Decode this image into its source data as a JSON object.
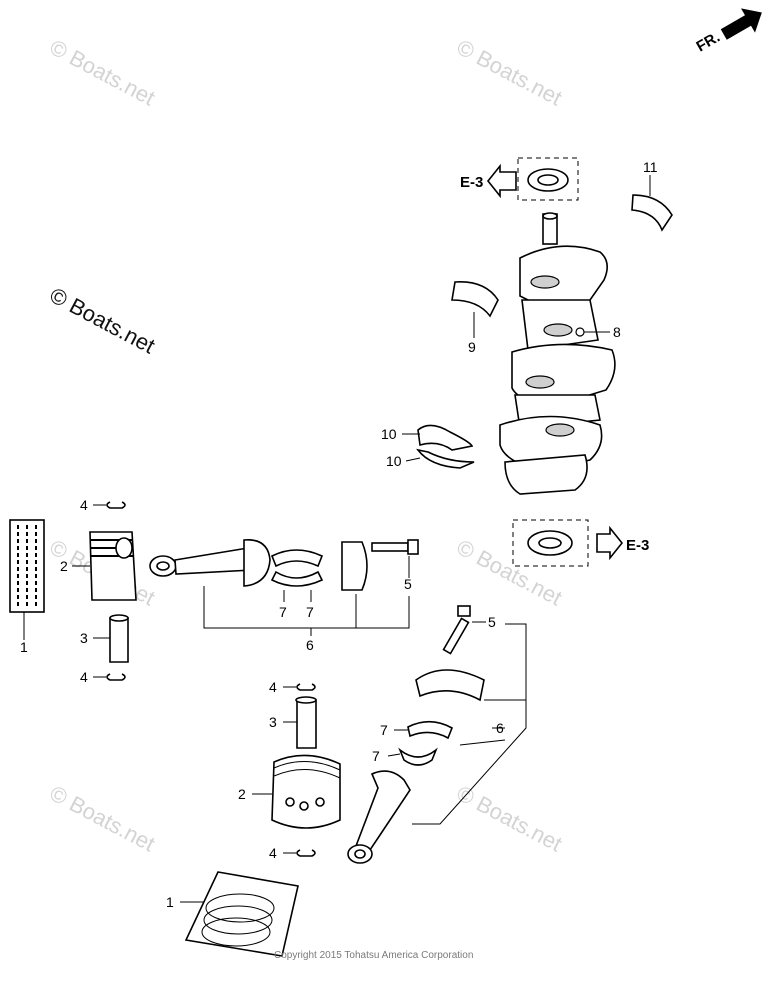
{
  "watermark": {
    "text": "© Boats.net"
  },
  "direction": {
    "label": "FR."
  },
  "references": {
    "top": "E-3",
    "bottom": "E-3"
  },
  "callouts": {
    "n1": "1",
    "n2": "2",
    "n3": "3",
    "n4": "4",
    "n5": "5",
    "n6": "6",
    "n7": "7",
    "n8": "8",
    "n9": "9",
    "n10": "10",
    "n11": "11"
  },
  "copyright": "Copyright 2015 Tohatsu America Corporation"
}
